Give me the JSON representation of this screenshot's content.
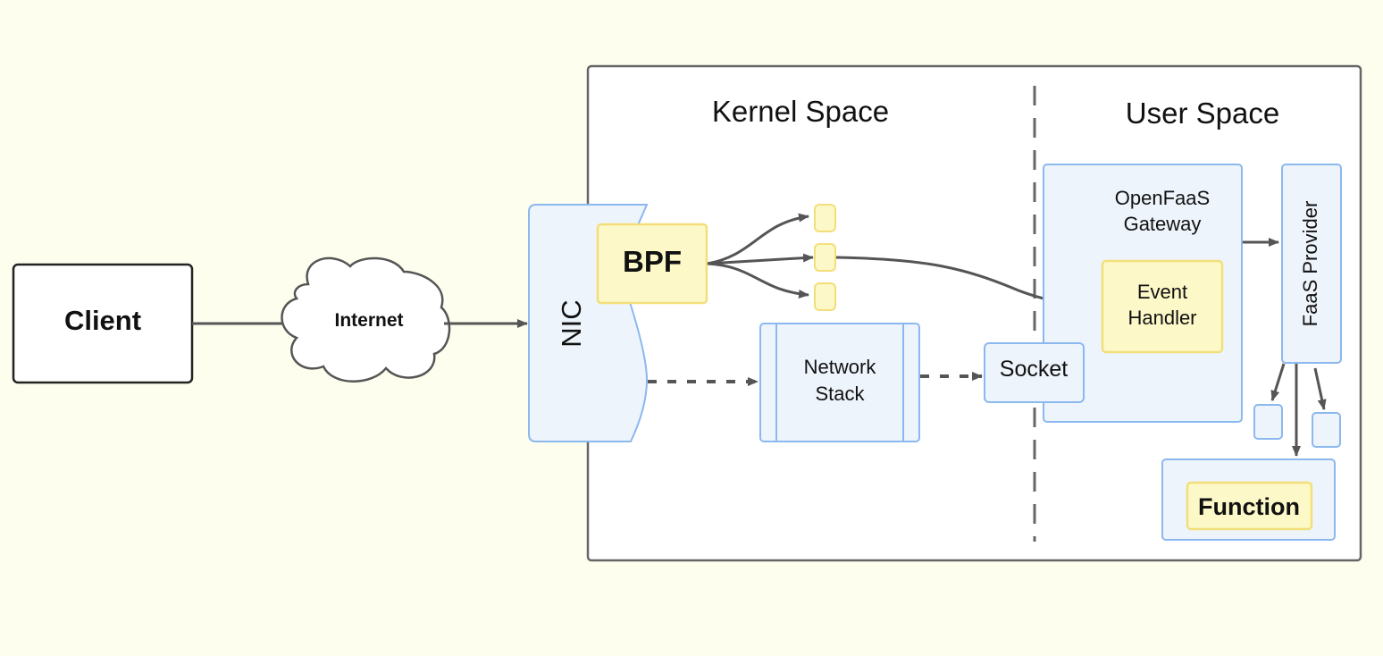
{
  "diagram": {
    "client": {
      "label": "Client"
    },
    "internet": {
      "label": "Internet"
    },
    "nic": {
      "label": "NIC"
    },
    "bpf": {
      "label": "BPF"
    },
    "kernel_space": {
      "label": "Kernel Space"
    },
    "user_space": {
      "label": "User Space"
    },
    "network_stack": {
      "line1": "Network",
      "line2": "Stack"
    },
    "socket": {
      "label": "Socket"
    },
    "gateway": {
      "line1": "OpenFaaS",
      "line2": "Gateway"
    },
    "event_handler": {
      "line1": "Event",
      "line2": "Handler"
    },
    "faas_provider": {
      "label": "FaaS Provider"
    },
    "function": {
      "label": "Function"
    }
  },
  "colors": {
    "background": "#fefeee",
    "blue_fill": "#eef4fc",
    "blue_stroke": "#8bb8ee",
    "yellow_fill": "#fcf8c8",
    "yellow_stroke": "#f2df7a",
    "line": "#555555"
  }
}
